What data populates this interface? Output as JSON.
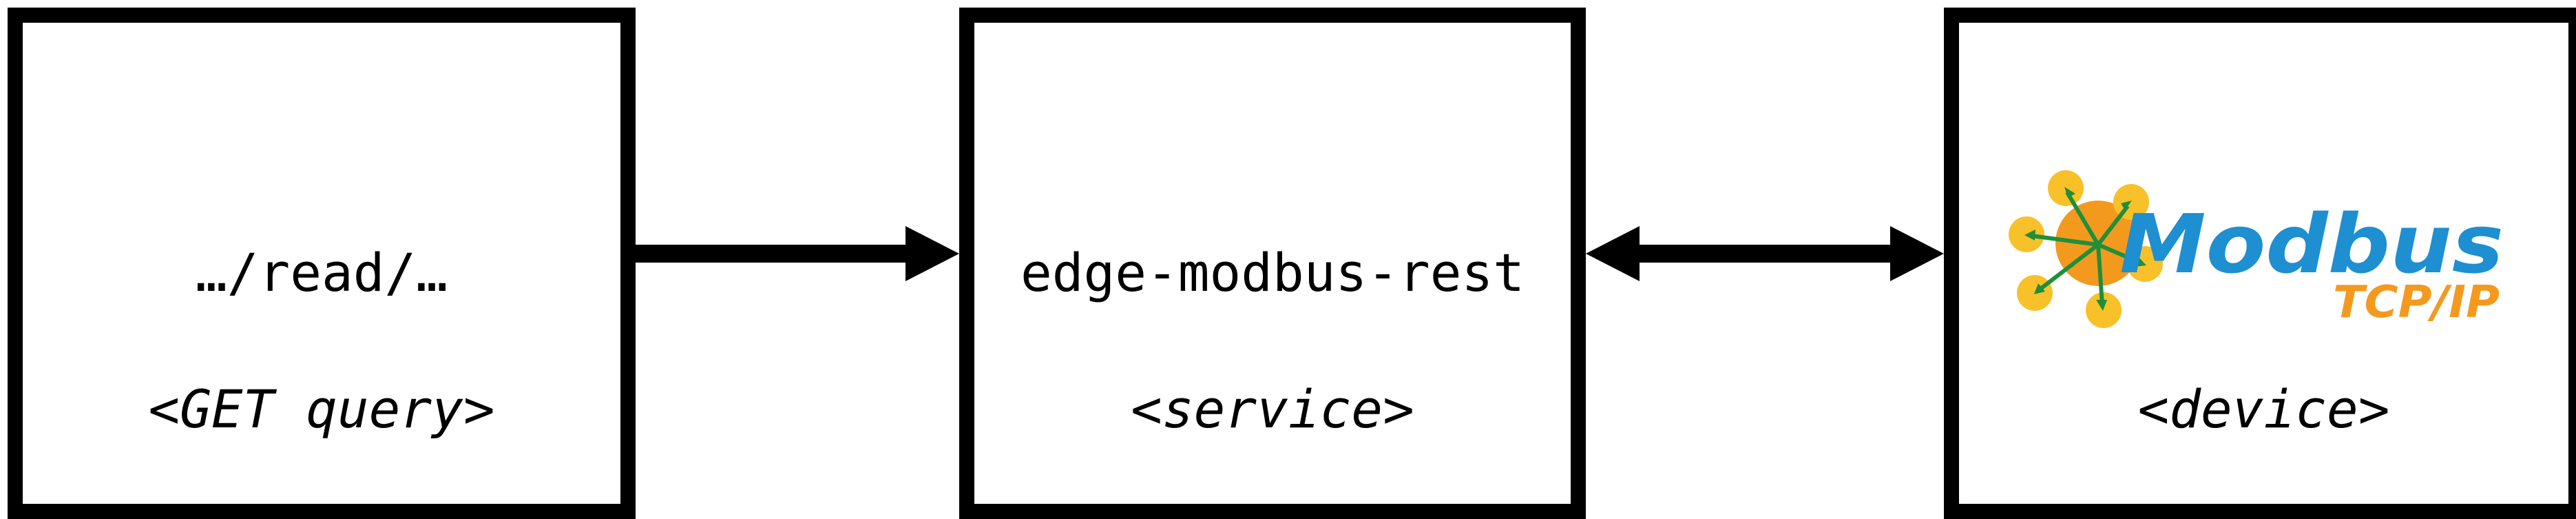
{
  "nodes": {
    "client": {
      "primary": "…/read/…",
      "secondary": "<GET query>"
    },
    "service": {
      "primary": "edge-modbus-rest",
      "secondary": "<service>"
    },
    "device": {
      "secondary": "<device>",
      "logo": {
        "word": "Modbus",
        "subtitle": "TCP/IP"
      }
    }
  },
  "edges": [
    {
      "from": "client",
      "to": "service",
      "direction": "forward"
    },
    {
      "from": "service",
      "to": "device",
      "direction": "both"
    }
  ],
  "colors": {
    "stroke": "#000000",
    "logo_blue": "#1e8fd0",
    "logo_orange": "#f39a1e",
    "logo_yellow": "#f8c12a",
    "logo_green": "#1f8f3a"
  }
}
